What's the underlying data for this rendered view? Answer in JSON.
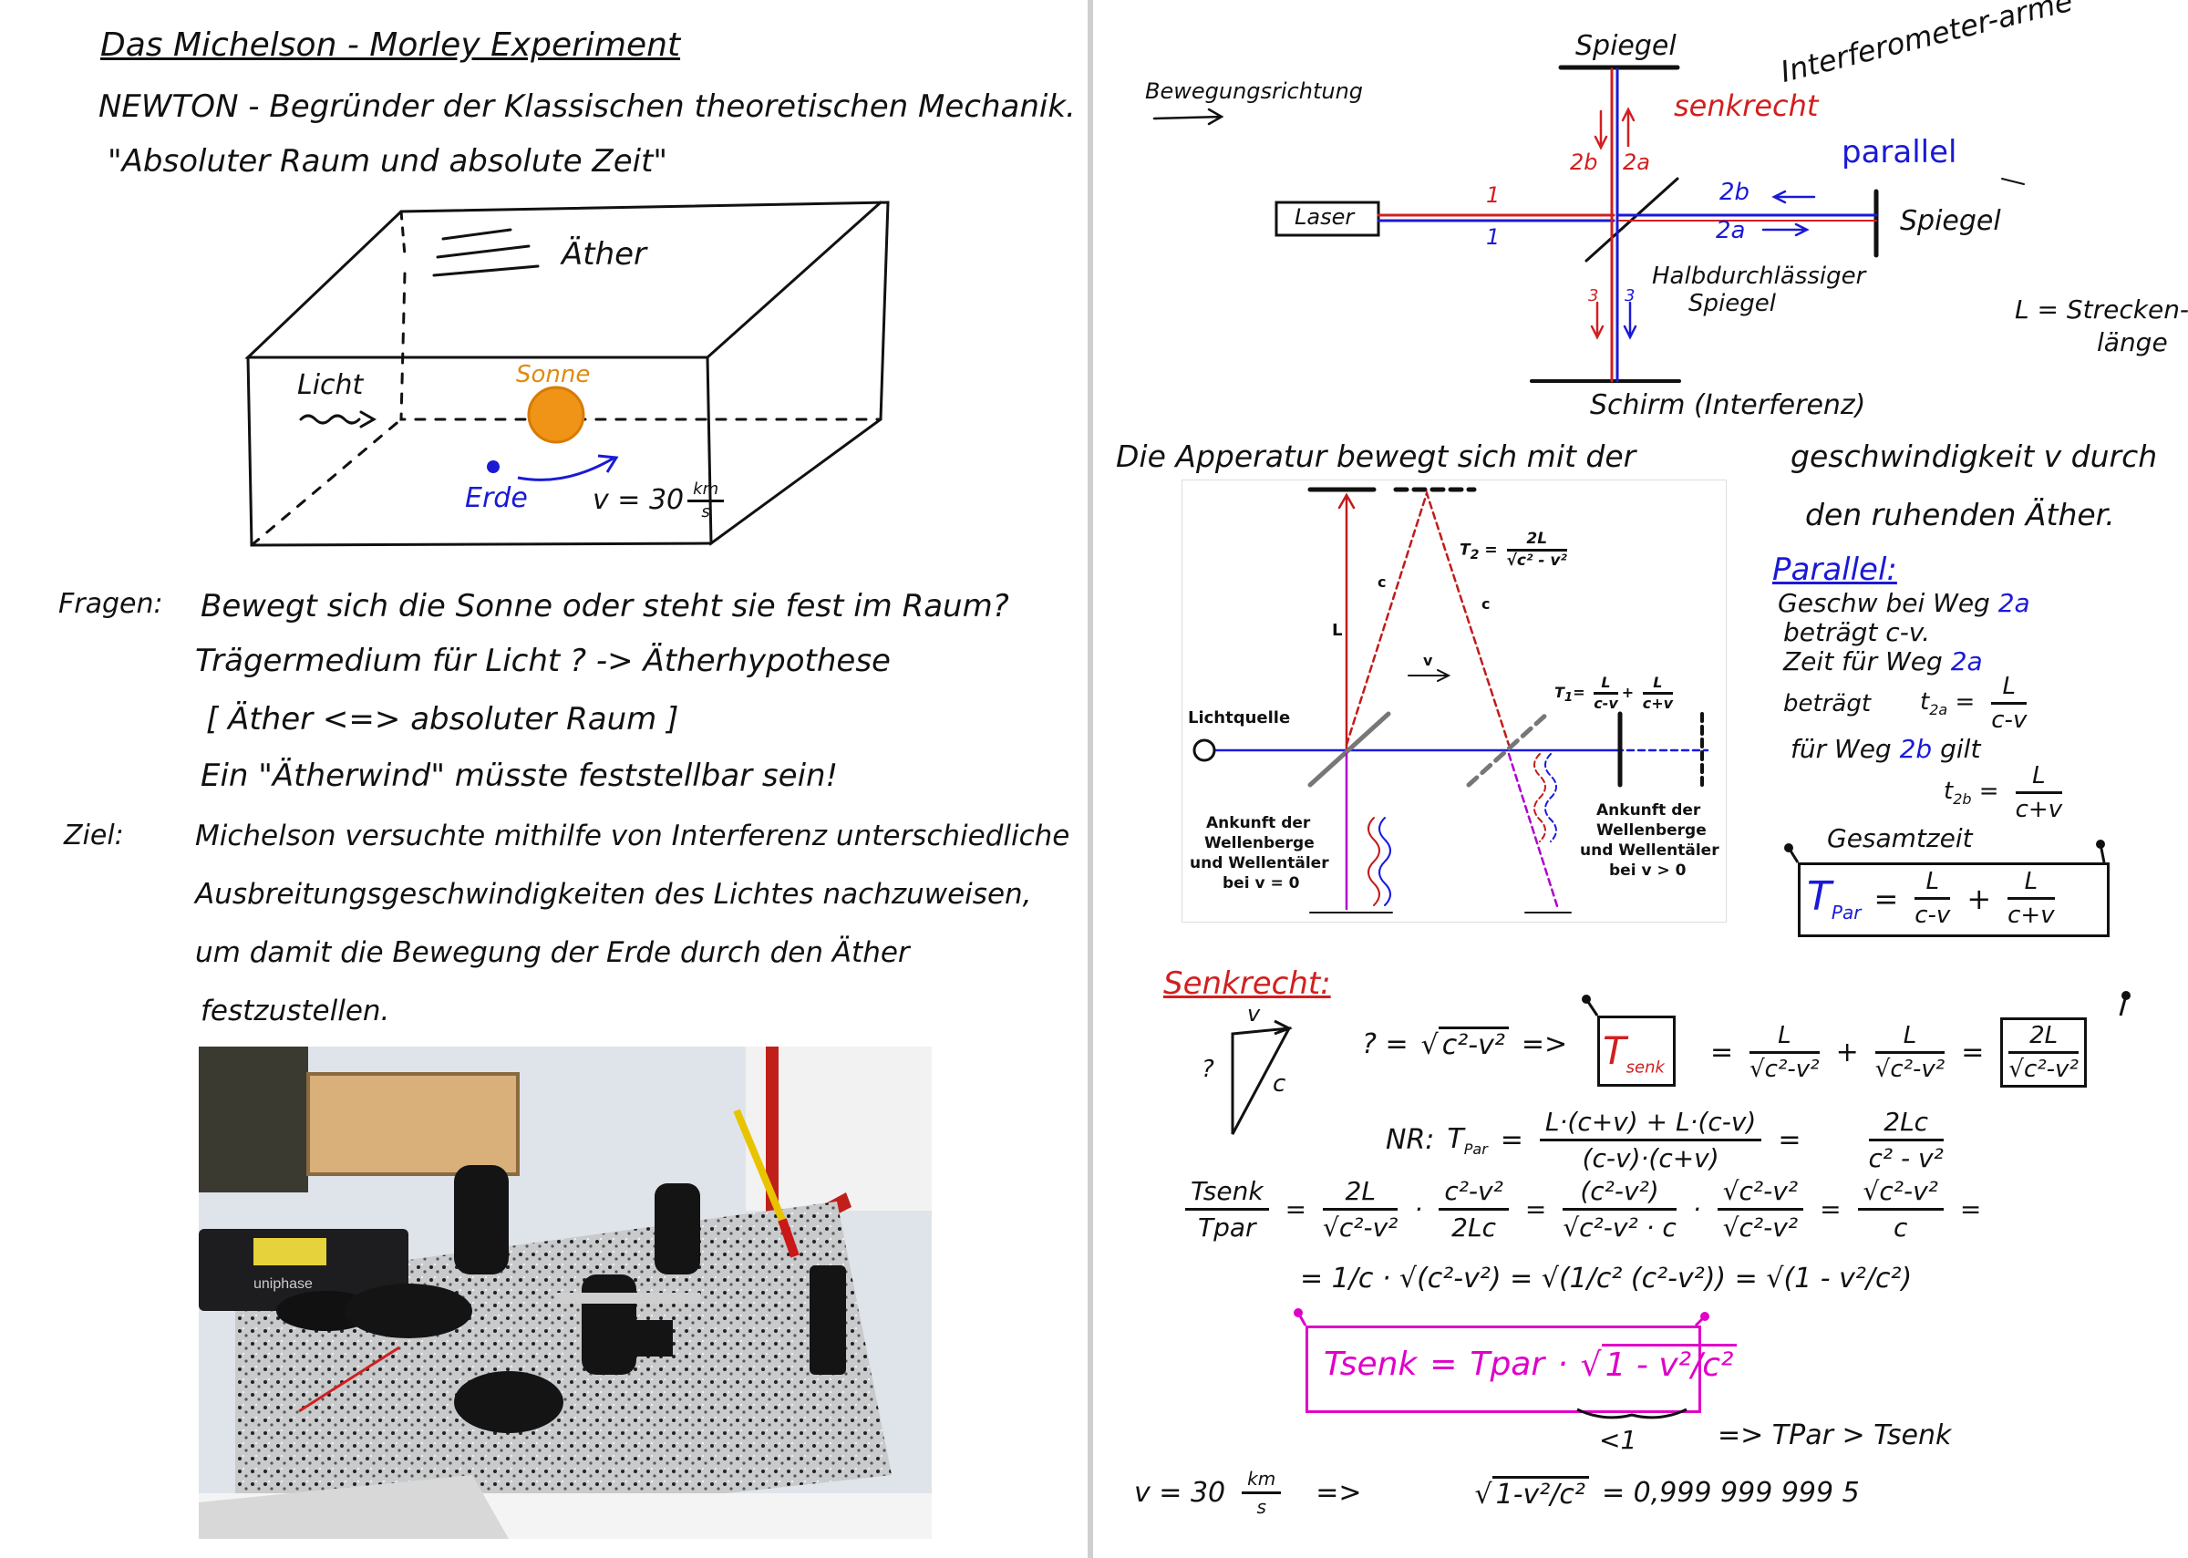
{
  "left": {
    "title": "Das Michelson - Morley Experiment",
    "line1": "NEWTON - Begründer der Klassischen theoretischen Mechanik.",
    "line2": "\"Absoluter Raum und absolute Zeit\"",
    "box": {
      "aether": "Äther",
      "licht": "Licht",
      "sonne": "Sonne",
      "erde": "Erde",
      "v": "v = 30",
      "unit_num": "km",
      "unit_den": "s"
    },
    "fragen_label": "Fragen:",
    "fragen_1": "Bewegt sich die Sonne oder steht sie fest im Raum?",
    "fragen_2": "Trägermedium für Licht ? -> Ätherhypothese",
    "fragen_3": "[ Äther <=> absoluter Raum ]",
    "fragen_4": "Ein \"Ätherwind\" müsste feststellbar sein!",
    "ziel_label": "Ziel:",
    "ziel_1": "Michelson versuchte mithilfe von Interferenz unterschiedliche",
    "ziel_2": "Ausbreitungsgeschwindigkeiten des Lichtes nachzuweisen,",
    "ziel_3": "um damit die Bewegung der Erde durch den Äther",
    "ziel_4": "festzustellen.",
    "photo_brand": "uniphase"
  },
  "right": {
    "bewegung": "Bewegungsrichtung",
    "spiegel_top": "Spiegel",
    "senkrecht": "senkrecht",
    "interferometer": "Interferometer-arme",
    "parallel": "parallel",
    "laser": "Laser",
    "spiegel_right": "Spiegel",
    "halb_1": "Halbdurchlässiger",
    "halb_2": "Spiegel",
    "strecke_1": "L = Strecken-",
    "strecke_2": "länge",
    "schirm": "Schirm (Interferenz)",
    "labels": {
      "l2b": "2b",
      "l2a": "2a",
      "one": "1",
      "three": "3",
      "p2b": "2b",
      "p2a": "2a"
    },
    "apparatur": "Die Apperatur bewegt sich mit der",
    "geschw_1": "geschwindigkeit v durch",
    "geschw_2": "den ruhenden Äther.",
    "diagram": {
      "T2_lhs": "T",
      "T2_sub": "2",
      "T2_num": "2L",
      "T2_den": "c² - v²",
      "T1_lhs": "T",
      "T1_sub": "1",
      "T1_a_num": "L",
      "T1_a_den": "c-v",
      "T1_b_num": "L",
      "T1_b_den": "c+v",
      "c": "c",
      "L": "L",
      "v": "v",
      "lichtquelle": "Lichtquelle",
      "ank1_1": "Ankunft der",
      "ank1_2": "Wellenberge",
      "ank1_3": "und Wellentäler",
      "ank1_4": "bei v = 0",
      "ank2_1": "Ankunft der",
      "ank2_2": "Wellenberge",
      "ank2_3": "und Wellentäler",
      "ank2_4": "bei v > 0"
    },
    "par_head": "Parallel:",
    "par_1": "Geschw bei Weg",
    "par_1b": "2a",
    "par_2": "beträgt c-v.",
    "par_3": "Zeit für Weg",
    "par_3b": "2a",
    "par_4": "beträgt",
    "par_t2a": "t",
    "par_t2a_sub": "2a",
    "par_frac_n": "L",
    "par_frac_d": "c-v",
    "par_5": "für Weg",
    "par_5b": "2b",
    "par_5c": "gilt",
    "par_t2b_sub": "2b",
    "par_frac2_n": "L",
    "par_frac2_d": "c+v",
    "gesamt": "Gesamtzeit",
    "tpar_T": "T",
    "tpar_sub": "Par",
    "tpar_a_n": "L",
    "tpar_a_d": "c-v",
    "tpar_b_n": "L",
    "tpar_b_d": "c+v",
    "senk_head": "Senkrecht:",
    "tri_v": "v",
    "tri_q": "?",
    "tri_c": "c",
    "eq_q": "? = ",
    "eq_q_root": "c²-v²",
    "tsenk_T": "T",
    "tsenk_sub": "senk",
    "tsenk_n": "L",
    "tsenk_d": "c²-v²",
    "tsenk_total_n": "2L",
    "tsenk_total_d": "c²-v²",
    "nr": "NR:",
    "nr_T": "T",
    "nr_sub": "Par",
    "nr_num": "L·(c+v) + L·(c-v)",
    "nr_den": "(c-v)·(c+v)",
    "nr_res_n": "2Lc",
    "nr_res_d": "c² - v²",
    "ratio_n": "Tsenk",
    "ratio_d": "Tpar",
    "ratio_a_n": "2L",
    "ratio_a_d": "c²-v²",
    "ratio_b_n": "c²-v²",
    "ratio_b_d": "2Lc",
    "ratio_c_n": "(c²-v²)",
    "ratio_c_d": "c²-v² · c",
    "ratio_c2_n": "c²-v²",
    "ratio_c2_d": "c²-v²",
    "ratio_e_n": "c²-v²",
    "ratio_e_d": "c",
    "line_eq": "= 1/c · √(c²-v²) = √(1/c² (c²-v²)) = √(1 - v²/c²)",
    "final_lhs": "Tsenk",
    "final_mid": "Tpar",
    "final_root": "1 - v²/c²",
    "less1": "<1",
    "concl": "=>  TPar > Tsenk",
    "v_line": "v = 30",
    "v_unit_n": "km",
    "v_unit_d": "s",
    "v_root": "1-v²/c²",
    "v_value": "= 0,999 999 999 5"
  },
  "colors": {
    "red": "#d21f1f",
    "blue": "#1a1ad6",
    "orange": "#e08a10",
    "magenta": "#e000c8",
    "divider": "#c8c8c8"
  }
}
